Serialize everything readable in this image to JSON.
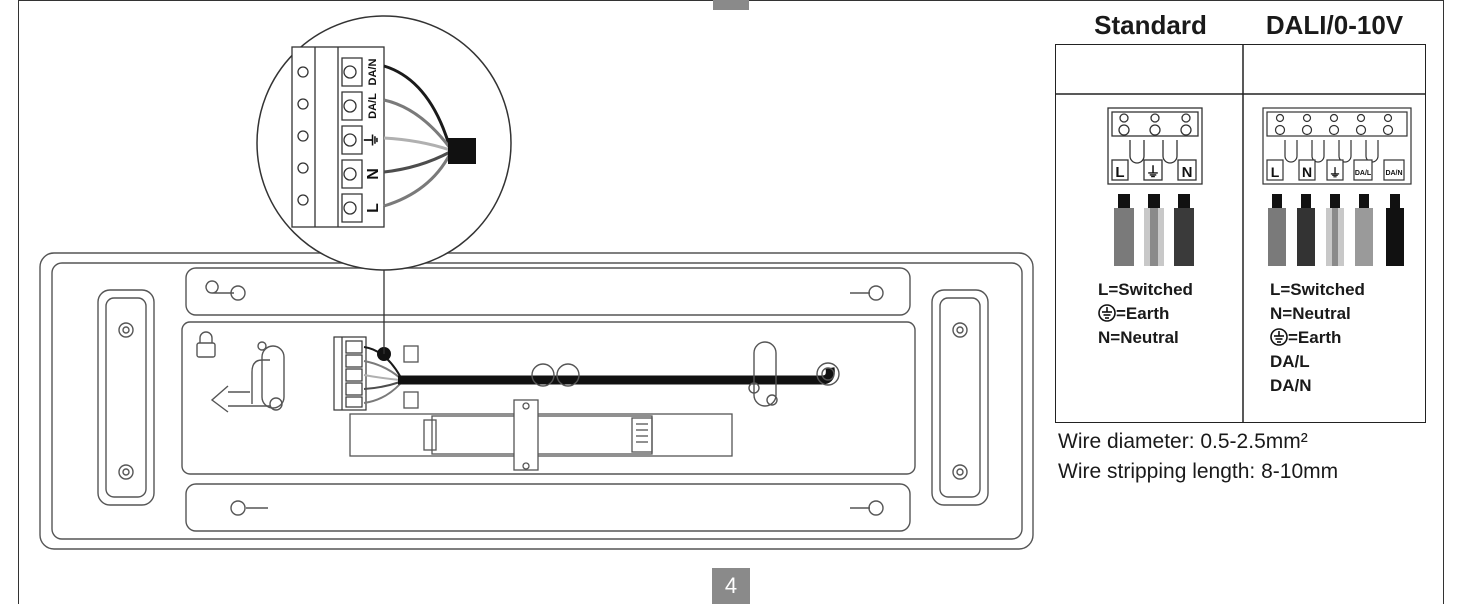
{
  "table": {
    "headers": [
      "Standard",
      "DALI/0-10V"
    ],
    "standard": {
      "terminal_labels": [
        "L",
        "⏚",
        "N"
      ],
      "legend": [
        {
          "label": "L=Switched",
          "earth_icon": false
        },
        {
          "label": "=Earth",
          "earth_icon": true
        },
        {
          "label": "N=Neutral",
          "earth_icon": false
        }
      ]
    },
    "dali": {
      "terminal_labels": [
        "L",
        "N",
        "⏚",
        "DA/L",
        "DA/N"
      ],
      "legend": [
        {
          "label": "L=Switched",
          "earth_icon": false
        },
        {
          "label": "N=Neutral",
          "earth_icon": false
        },
        {
          "label": "=Earth",
          "earth_icon": true
        },
        {
          "label": "DA/L",
          "earth_icon": false
        },
        {
          "label": "DA/N",
          "earth_icon": false
        }
      ]
    }
  },
  "zoom_terminal_labels": [
    "DA/N",
    "DA/L",
    "⏚",
    "N",
    "L"
  ],
  "specs": {
    "wire_diameter": "Wire diameter: 0.5-2.5mm²",
    "stripping_length": "Wire stripping length: 8-10mm"
  },
  "page_number": "4",
  "colors": {
    "line": "#444444",
    "wire_black": "#1a1a1a",
    "wire_dark_grey": "#4d4d4d",
    "wire_mid_grey": "#7a7a7a",
    "wire_light_grey": "#b0b0b0",
    "page_tab": "#8a8a8a"
  }
}
